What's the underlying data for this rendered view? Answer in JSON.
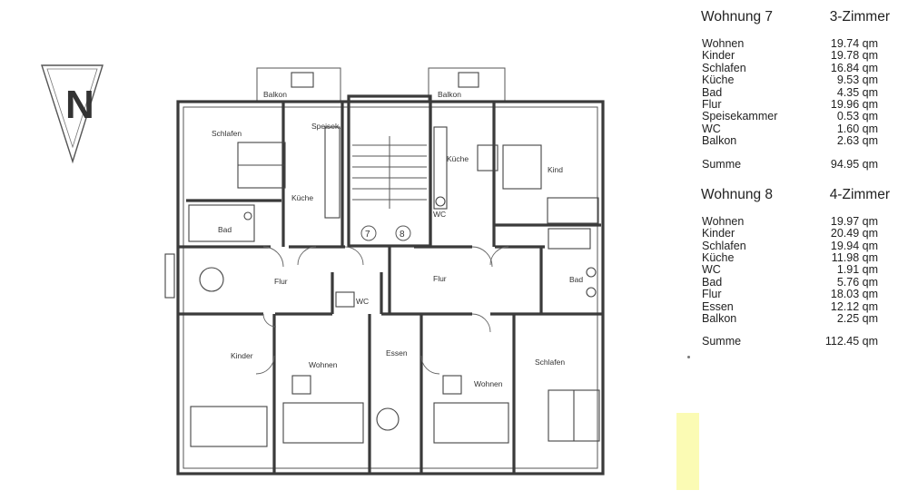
{
  "plan": {
    "compass_letter": "N",
    "rooms": {
      "balkon_left": "Balkon",
      "balkon_right": "Balkon",
      "schlafen_7": "Schlafen",
      "speisek": "Speisek.",
      "kueche_7": "Küche",
      "bad_7": "Bad",
      "kueche_8": "Küche",
      "wc_8": "WC",
      "kind": "Kind",
      "bad_8": "Bad",
      "flur_7": "Flur",
      "wc_7": "WC",
      "flur_8": "Flur",
      "kinder": "Kinder",
      "wohnen_7": "Wohnen",
      "essen": "Essen",
      "wohnen_8": "Wohnen",
      "schlafen_8": "Schlafen"
    },
    "stair_marks": [
      "7",
      "8"
    ]
  },
  "legend": {
    "apartments": [
      {
        "name": "Wohnung 7",
        "type": "3-Zimmer",
        "rooms": [
          {
            "room": "Wohnen",
            "area": "19.74 qm"
          },
          {
            "room": "Kinder",
            "area": "19.78 qm"
          },
          {
            "room": "Schlafen",
            "area": "16.84 qm"
          },
          {
            "room": "Küche",
            "area": "9.53 qm"
          },
          {
            "room": "Bad",
            "area": "4.35 qm"
          },
          {
            "room": "Flur",
            "area": "19.96 qm"
          },
          {
            "room": "Speisekammer",
            "area": "0.53 qm"
          },
          {
            "room": "WC",
            "area": "1.60 qm"
          },
          {
            "room": "Balkon",
            "area": "2.63 qm"
          }
        ],
        "sum_label": "Summe",
        "sum_value": "94.95 qm"
      },
      {
        "name": "Wohnung 8",
        "type": "4-Zimmer",
        "rooms": [
          {
            "room": "Wohnen",
            "area": "19.97 qm"
          },
          {
            "room": "Kinder",
            "area": "20.49 qm"
          },
          {
            "room": "Schlafen",
            "area": "19.94 qm"
          },
          {
            "room": "Küche",
            "area": "11.98 qm"
          },
          {
            "room": "WC",
            "area": "1.91 qm"
          },
          {
            "room": "Bad",
            "area": "5.76 qm"
          },
          {
            "room": "Flur",
            "area": "18.03 qm"
          },
          {
            "room": "Essen",
            "area": "12.12 qm"
          },
          {
            "room": "Balkon",
            "area": "2.25 qm"
          }
        ],
        "sum_label": "Summe",
        "sum_value": "112.45 qm"
      }
    ]
  }
}
